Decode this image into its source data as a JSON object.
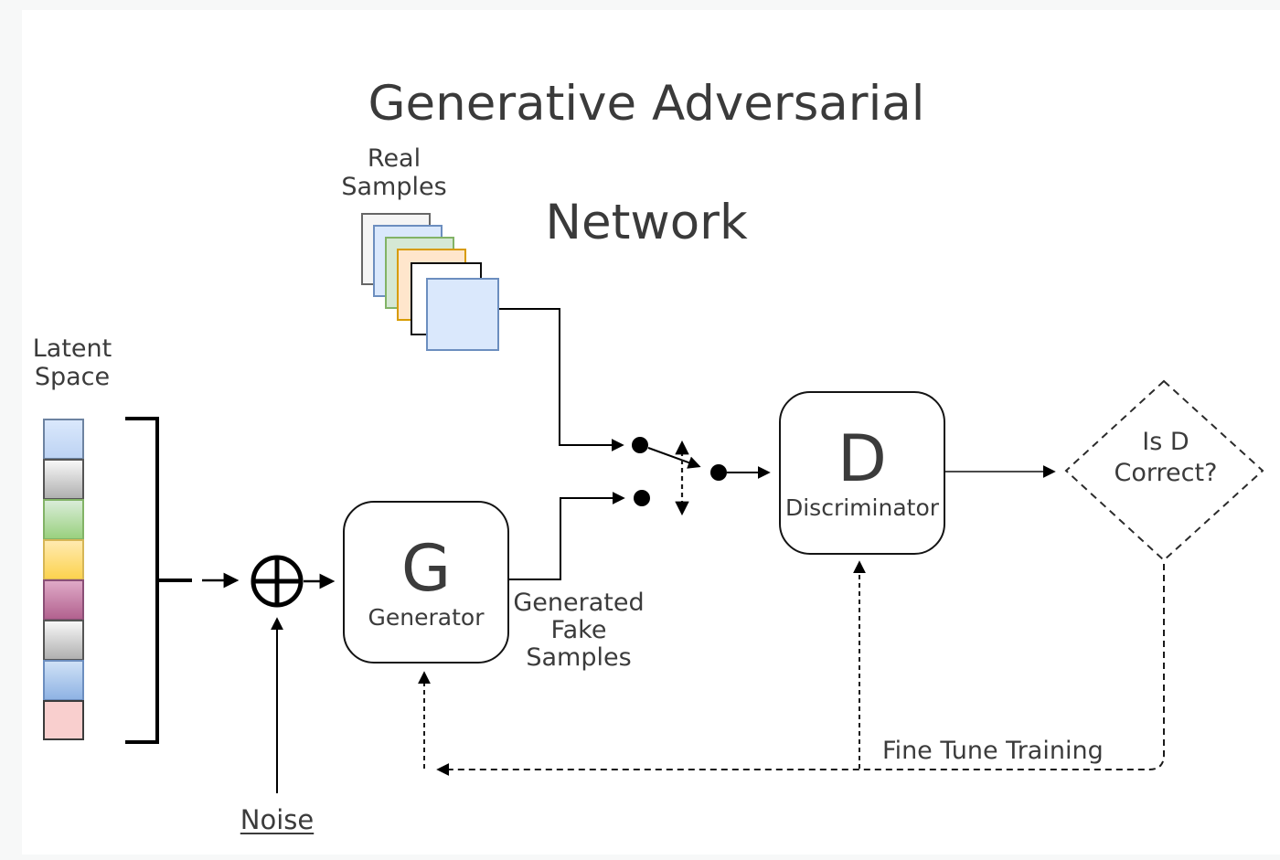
{
  "title": {
    "line1": "Generative Adversarial",
    "line2": "Network"
  },
  "labels": {
    "real_samples": "Real\nSamples",
    "latent_space": "Latent\nSpace",
    "generated_fake_samples": "Generated\nFake\nSamples",
    "fine_tune_training": "Fine Tune Training",
    "noise": "Noise"
  },
  "nodes": {
    "generator": {
      "symbol": "G",
      "label": "Generator"
    },
    "discriminator": {
      "symbol": "D",
      "label": "Discriminator"
    },
    "decision": {
      "label": "Is D\nCorrect?"
    }
  },
  "colors": {
    "background": "#ffffff",
    "page_margin": "#f7f8f8",
    "text": "#3b3b3b",
    "solid_line": "#000000",
    "dashed_line": "#1a1a1a",
    "node_border": "#141414",
    "gray_arrow": "#4a4a4a"
  },
  "latent_space_cells": [
    {
      "color_name": "light-blue",
      "fill_top": "#dae8fc",
      "fill_bottom": "#bdd3f3",
      "border": "#6d83a1"
    },
    {
      "color_name": "gray",
      "fill_top": "#f7f7f7",
      "fill_bottom": "#b0b0b0",
      "border": "#555555"
    },
    {
      "color_name": "green",
      "fill_top": "#d9ecd8",
      "fill_bottom": "#9ad17f",
      "border": "#82b366"
    },
    {
      "color_name": "yellow",
      "fill_top": "#ffeab0",
      "fill_bottom": "#fcd34f",
      "border": "#d6b656"
    },
    {
      "color_name": "rose",
      "fill_top": "#dfa9c7",
      "fill_bottom": "#b2628f",
      "border": "#8a4f76"
    },
    {
      "color_name": "gray",
      "fill_top": "#f7f7f7",
      "fill_bottom": "#b0b0b0",
      "border": "#555555"
    },
    {
      "color_name": "blue",
      "fill_top": "#cfe1f6",
      "fill_bottom": "#8fb3e4",
      "border": "#6c8ebf"
    },
    {
      "color_name": "pink",
      "fill_top": "#f9cfce",
      "fill_bottom": "#f9cfce",
      "border": "#3b3b3b"
    }
  ],
  "real_sample_cards": [
    {
      "color_name": "light-gray",
      "fill": "#f5f5f5",
      "border": "#666666"
    },
    {
      "color_name": "blue",
      "fill": "#dae8fc",
      "border": "#6c8ebf"
    },
    {
      "color_name": "green",
      "fill": "#d5e8d4",
      "border": "#82b366"
    },
    {
      "color_name": "orange",
      "fill": "#ffe6cc",
      "border": "#d79b00"
    },
    {
      "color_name": "white",
      "fill": "#ffffff",
      "border": "#0d0d0d"
    },
    {
      "color_name": "blue-front",
      "fill": "#dae8fc",
      "border": "#6c8ebf"
    }
  ]
}
